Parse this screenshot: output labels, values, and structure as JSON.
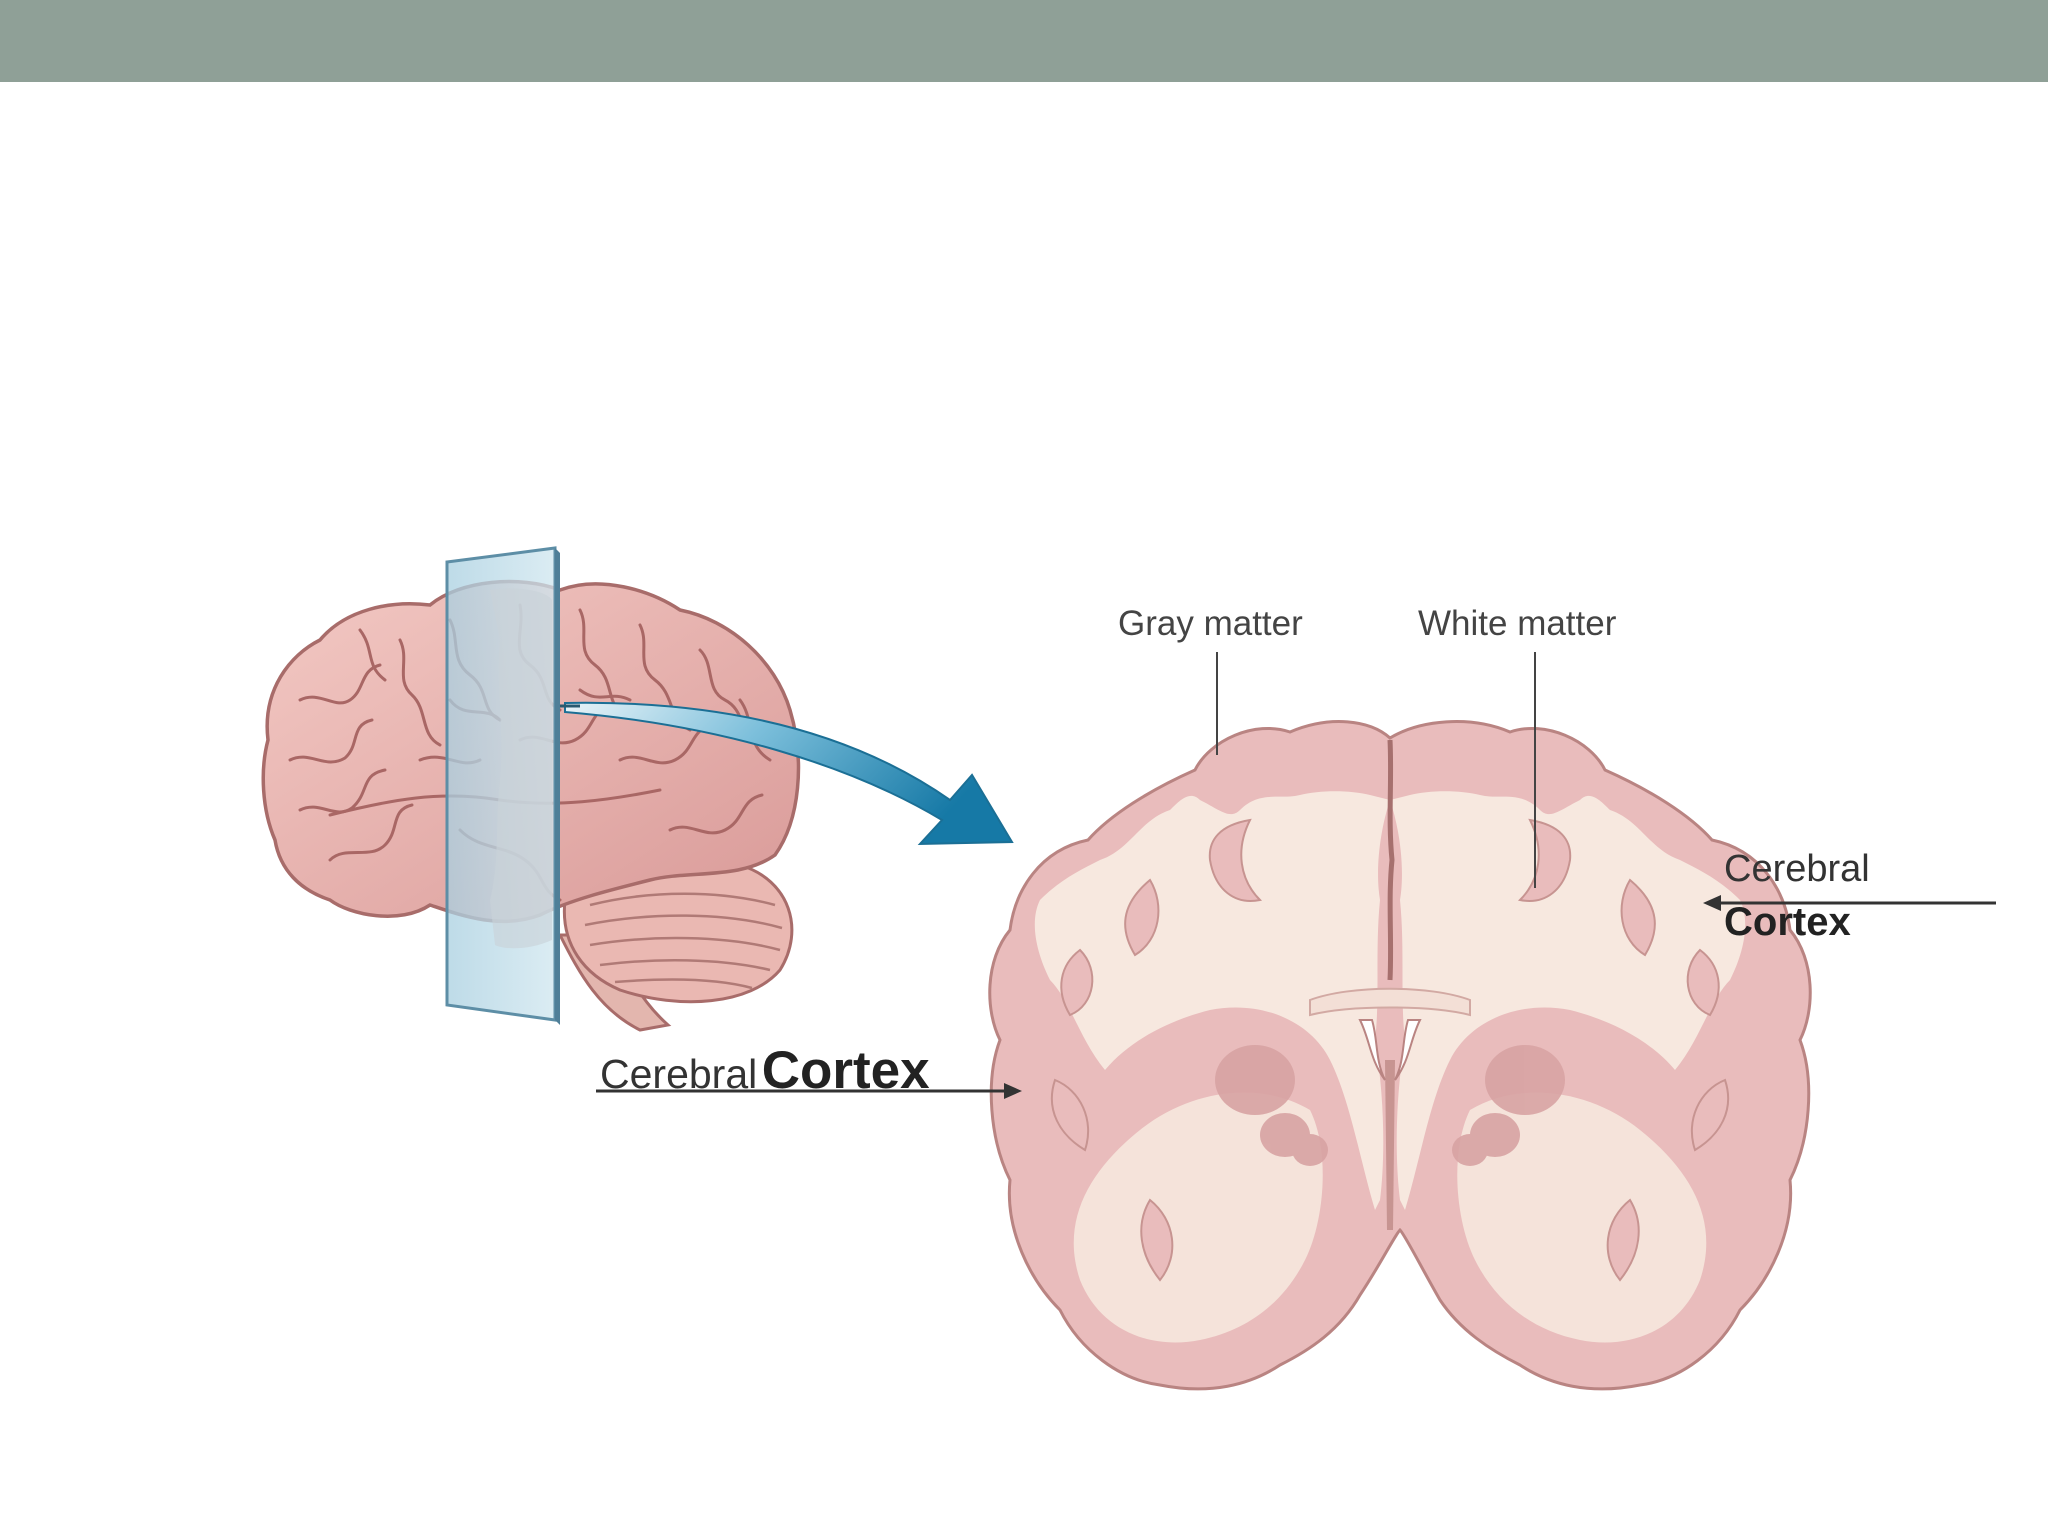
{
  "slide": {
    "header_color": "#8fa097",
    "background": "#ffffff"
  },
  "figure": {
    "labels": {
      "gray_matter": "Gray matter",
      "white_matter": "White matter"
    },
    "annotations": {
      "left": {
        "word1": "Cerebral",
        "word2": "Cortex"
      },
      "right": {
        "word1": "Cerebral",
        "word2": "Cortex"
      }
    },
    "colors": {
      "cortex_gray_matter": "#e9b9b9",
      "white_matter": "#f7e7dc",
      "cut_plane": "#b9d8e6",
      "arrow": "#1d82ad"
    },
    "icons": [
      "brain-lateral-view",
      "coronal-section",
      "curved-arrow"
    ]
  }
}
